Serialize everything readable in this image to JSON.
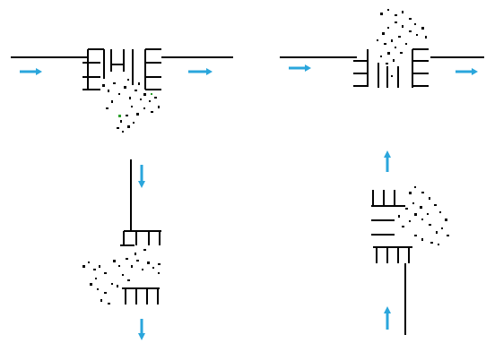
{
  "diagram": {
    "accent_color": "#2aa6dc",
    "line_color": "#000000",
    "panels": [
      {
        "id": "top-left",
        "flow_direction": "right",
        "arrows": 2,
        "orientation": "horizontal"
      },
      {
        "id": "top-right",
        "flow_direction": "right",
        "arrows": 2,
        "orientation": "horizontal"
      },
      {
        "id": "bottom-left",
        "flow_direction": "down",
        "arrows": 2,
        "orientation": "vertical"
      },
      {
        "id": "bottom-right",
        "flow_direction": "up",
        "arrows": 2,
        "orientation": "vertical"
      }
    ]
  }
}
